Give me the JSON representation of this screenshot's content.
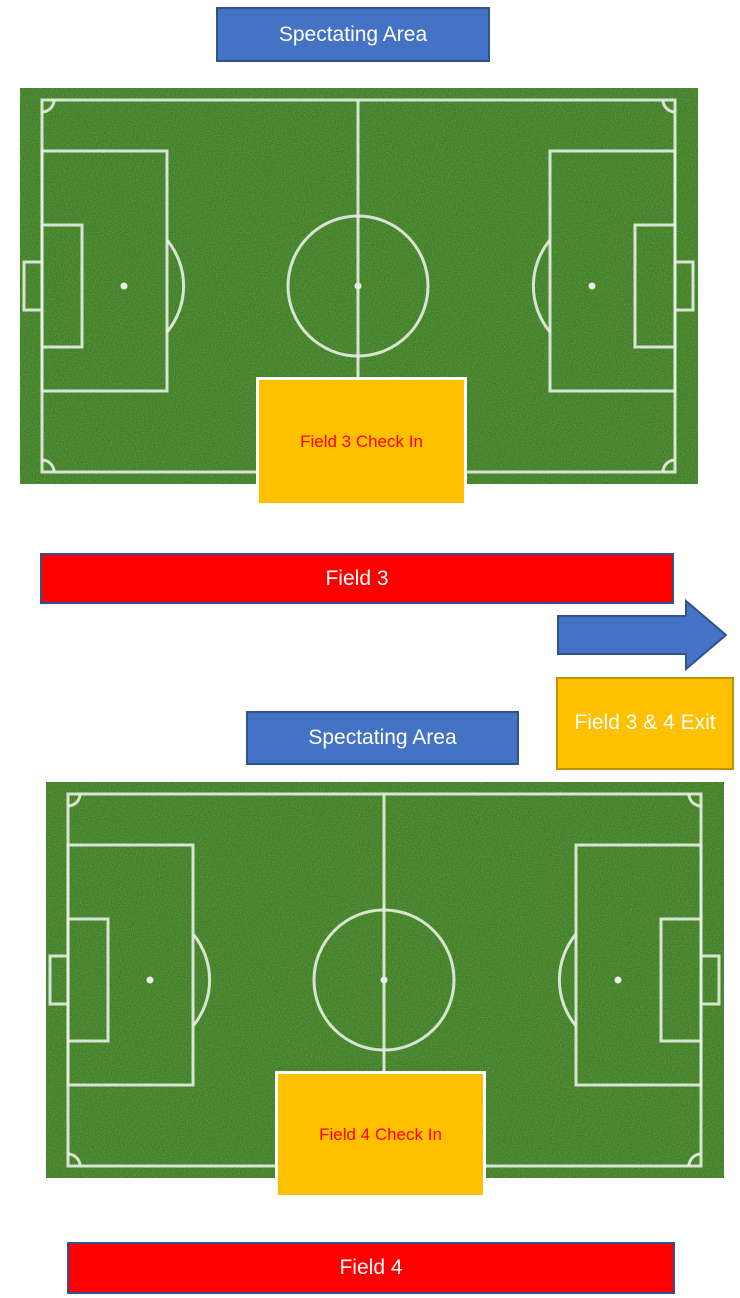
{
  "top": {
    "spectating_label": "Spectating Area",
    "checkin_label": "Field 3 Check In",
    "field_label": "Field 3"
  },
  "exit": {
    "label": "Field 3 & 4 Exit"
  },
  "bottom": {
    "spectating_label": "Spectating Area",
    "checkin_label": "Field 4 Check In",
    "field_label": "Field 4"
  },
  "colors": {
    "spectating": "#4472c4",
    "field_bar": "#ff0000",
    "check_in": "#ffc000",
    "check_in_text": "#ff0000",
    "arrow": "#4472c4",
    "grass": "#3c7a22"
  },
  "icons": {
    "pitch": "soccer-pitch-icon",
    "arrow": "right-arrow-icon"
  }
}
